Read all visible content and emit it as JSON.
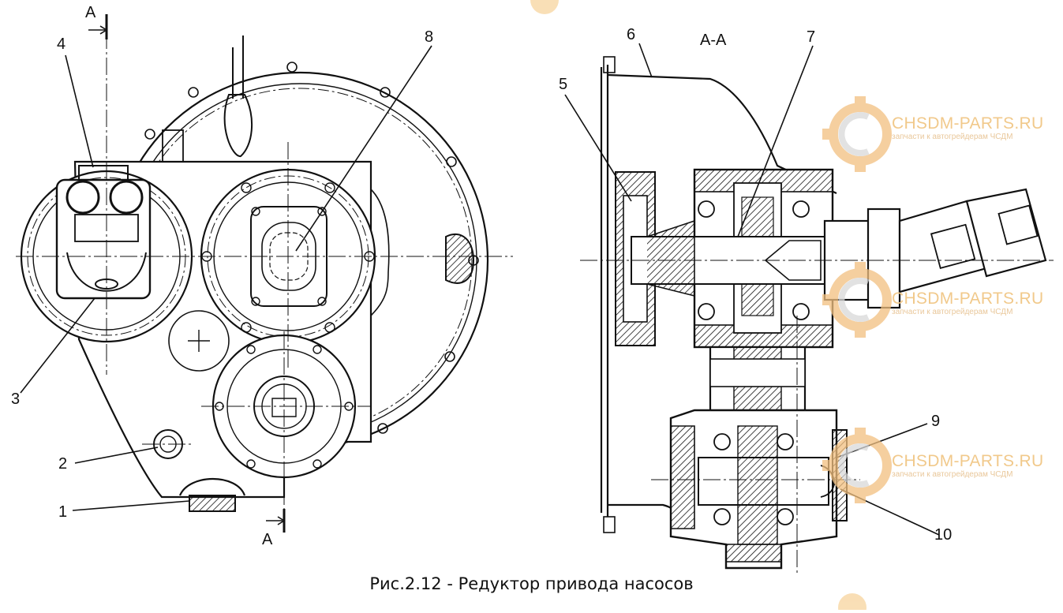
{
  "figure": {
    "caption": "Рис.2.12 - Редуктор привода насосов",
    "section_label": "А-А",
    "cut_mark_top": "А",
    "cut_mark_bottom": "А",
    "callouts": [
      "1",
      "2",
      "3",
      "4",
      "5",
      "6",
      "7",
      "8",
      "9",
      "10"
    ]
  },
  "watermark": {
    "brand": "CHSDM-PARTS.RU",
    "tagline": "запчасти к автогрейдерам ЧСДМ",
    "color": "#f0b870"
  }
}
